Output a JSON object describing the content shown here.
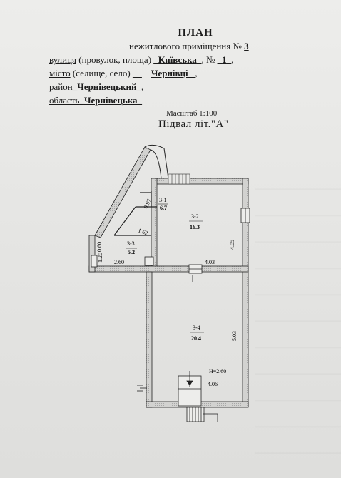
{
  "header": {
    "title": "ПЛАН",
    "line1": {
      "label": "нежитлового приміщення",
      "no_sign": "№",
      "value": "3"
    },
    "line2": {
      "label_u": "вулиця",
      "label_rest": "(провулок, площа)",
      "value": "Київська",
      "no_sign": "№",
      "number": "1"
    },
    "line3": {
      "label_u": "місто",
      "label_rest": "(селище, село)",
      "value": "Чернівці"
    },
    "line4": {
      "label": "район",
      "value": "Чернівецький"
    },
    "line5": {
      "label": "область",
      "value": "Чернівецька"
    }
  },
  "scale": "Масштаб 1:100",
  "floor_label": "Підвал літ.\"А\"",
  "rooms": [
    {
      "id": "3-1",
      "area": "6.7"
    },
    {
      "id": "3-2",
      "area": "16.3"
    },
    {
      "id": "3-3",
      "area": "5.2"
    },
    {
      "id": "3-4",
      "area": "20.4"
    }
  ],
  "dimensions": {
    "d_1_62": "1.62",
    "d_4_05": "4.05",
    "d_4_03": "4.03",
    "d_2_60": "2.60",
    "d_1_20": "1.20",
    "d_0_60": "0.60",
    "d_5_03": "5.03",
    "d_4_06": "4.06",
    "height": "H=2.60"
  }
}
